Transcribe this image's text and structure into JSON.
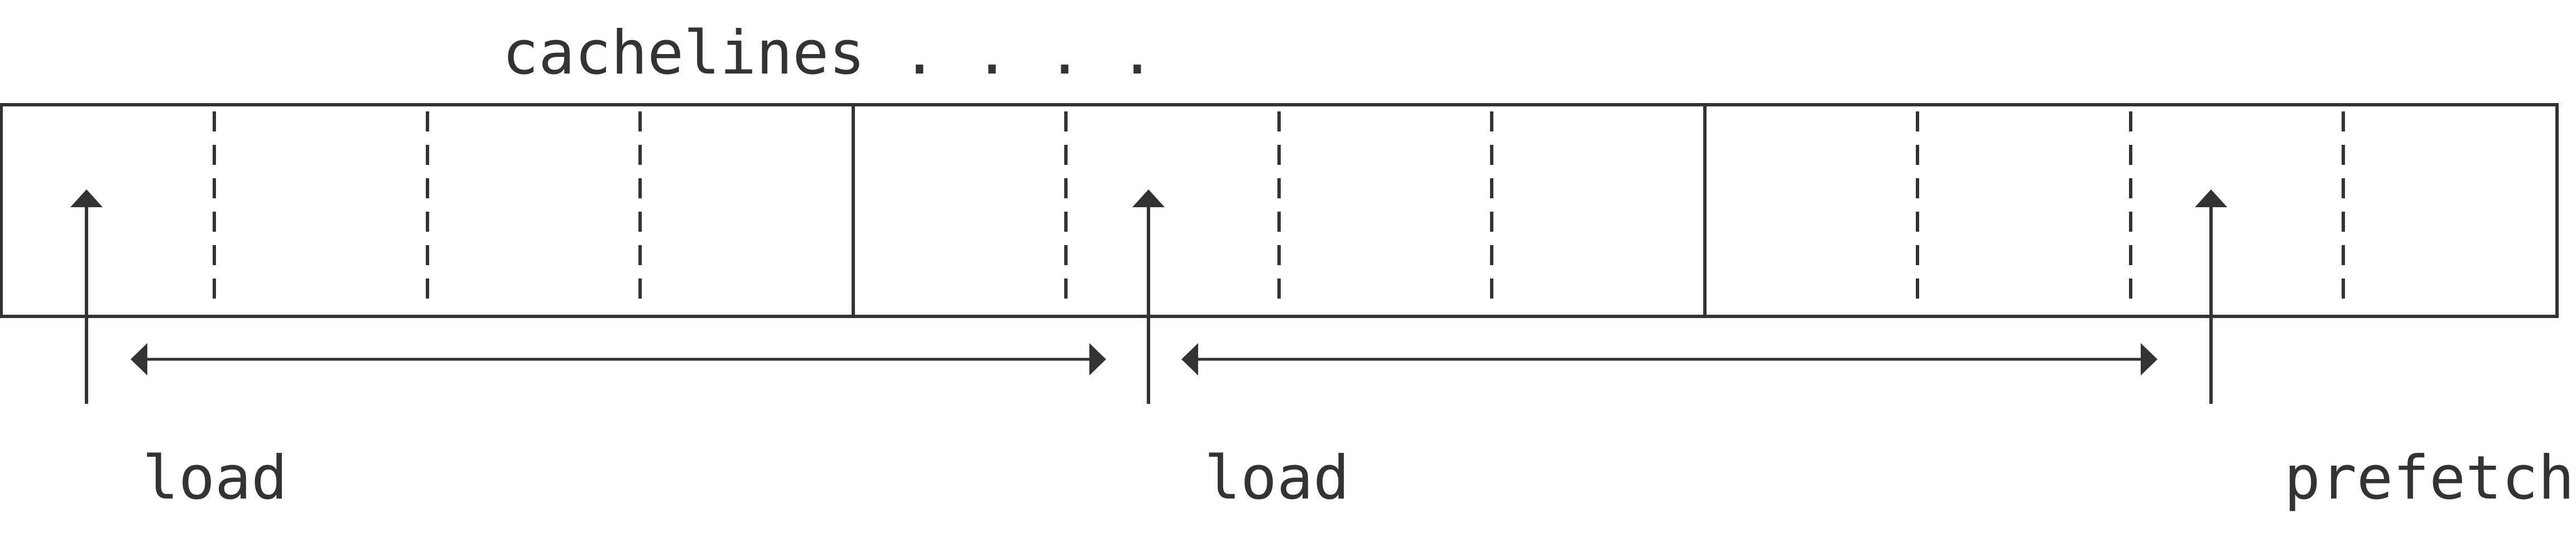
{
  "diagram": {
    "header_label": "cachelines . . . .",
    "pointers": [
      {
        "label": "load"
      },
      {
        "label": "load"
      },
      {
        "label": "prefetch"
      }
    ],
    "colors": {
      "line": "#333333",
      "background": "#ffffff"
    }
  }
}
